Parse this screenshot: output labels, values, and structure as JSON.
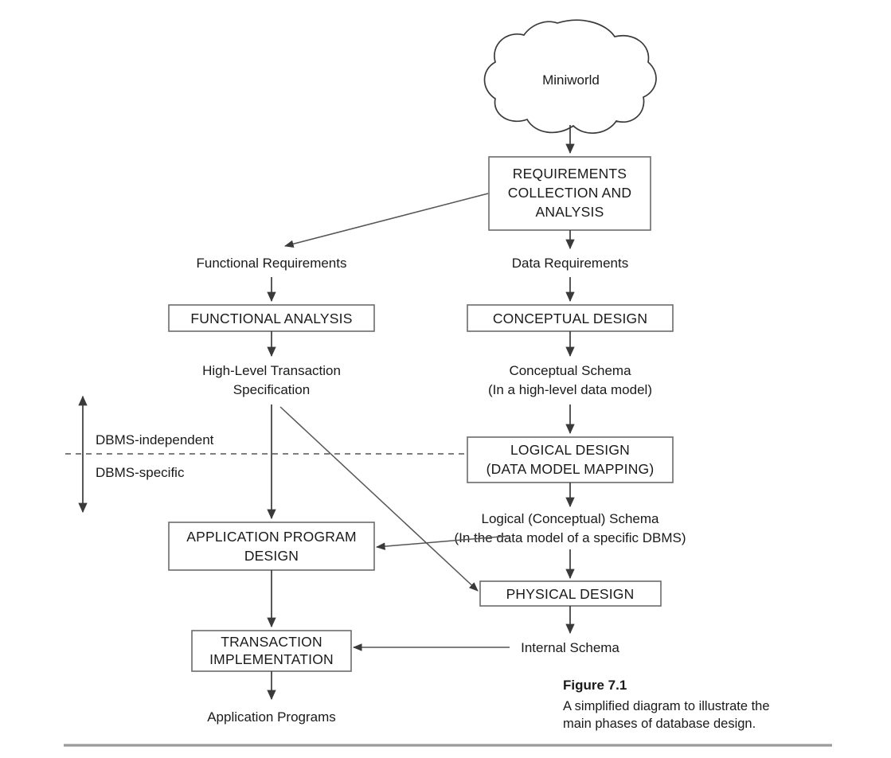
{
  "figure": {
    "title": "Figure 7.1",
    "caption_line1": "A simplified diagram to illustrate the",
    "caption_line2": "main phases of database design."
  },
  "colors": {
    "box_stroke": "#6b6b6b",
    "line": "#3a3a3a",
    "text": "#1a1a1a",
    "rule": "#9a9a9a",
    "background": "#ffffff"
  },
  "source": {
    "label": "Miniworld"
  },
  "boxes": {
    "requirements": {
      "line1": "REQUIREMENTS",
      "line2": "COLLECTION AND",
      "line3": "ANALYSIS"
    },
    "functional_analysis": {
      "line1": "FUNCTIONAL ANALYSIS"
    },
    "conceptual_design": {
      "line1": "CONCEPTUAL DESIGN"
    },
    "logical_design": {
      "line1": "LOGICAL DESIGN",
      "line2": "(DATA MODEL MAPPING)"
    },
    "application_program_design": {
      "line1": "APPLICATION PROGRAM",
      "line2": "DESIGN"
    },
    "physical_design": {
      "line1": "PHYSICAL DESIGN"
    },
    "transaction_implementation": {
      "line1": "TRANSACTION",
      "line2": "IMPLEMENTATION"
    }
  },
  "edge_labels": {
    "functional_requirements": "Functional Requirements",
    "data_requirements": "Data Requirements",
    "high_level_transaction_1": "High-Level Transaction",
    "high_level_transaction_2": "Specification",
    "conceptual_schema_1": "Conceptual Schema",
    "conceptual_schema_2": "(In a high-level data model)",
    "logical_schema_1": "Logical (Conceptual) Schema",
    "logical_schema_2": "(In the data model of a specific DBMS)",
    "internal_schema": "Internal Schema",
    "application_programs": "Application Programs"
  },
  "divider": {
    "above_label": "DBMS-independent",
    "below_label": "DBMS-specific"
  }
}
